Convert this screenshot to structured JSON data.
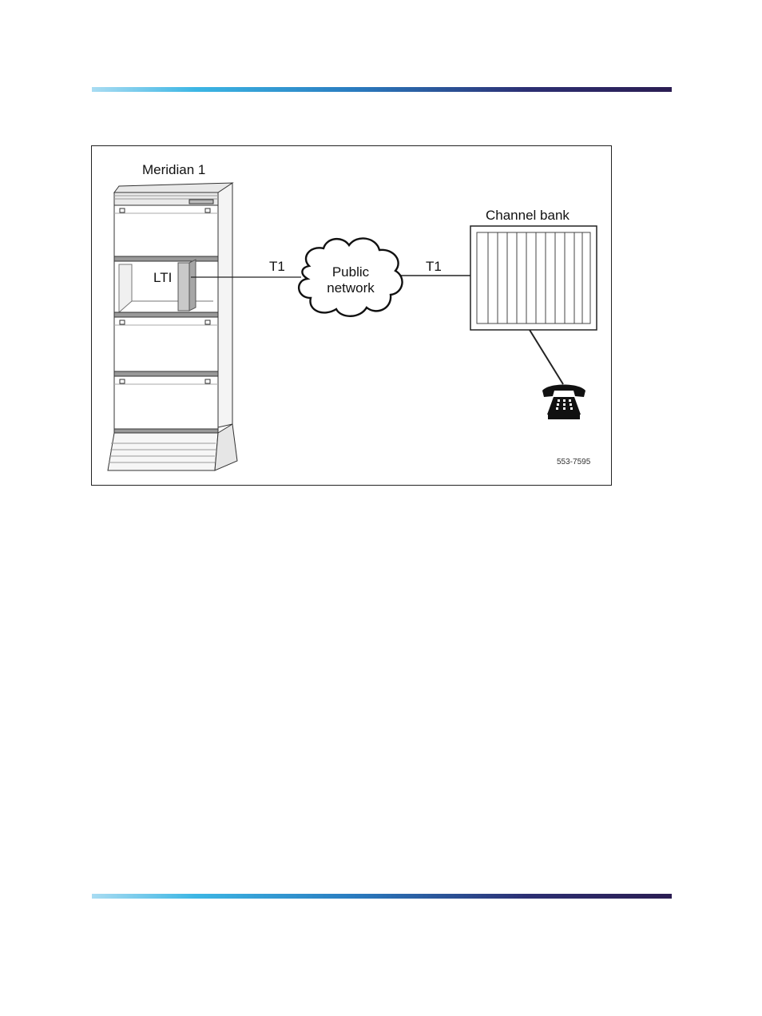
{
  "figure": {
    "system_label": "Meridian 1",
    "card_label": "LTI",
    "link_left_label": "T1",
    "network_label_line1": "Public",
    "network_label_line2": "network",
    "link_right_label": "T1",
    "channel_bank_label": "Channel bank",
    "figure_id": "553-7595"
  },
  "icons": {
    "telephone": "telephone-icon",
    "cloud": "cloud-icon",
    "cabinet": "cabinet-icon"
  },
  "colors": {
    "rule_start": "#a9dcf2",
    "rule_mid": "#2a7cc0",
    "rule_end": "#2b1d52",
    "line": "#222222"
  }
}
